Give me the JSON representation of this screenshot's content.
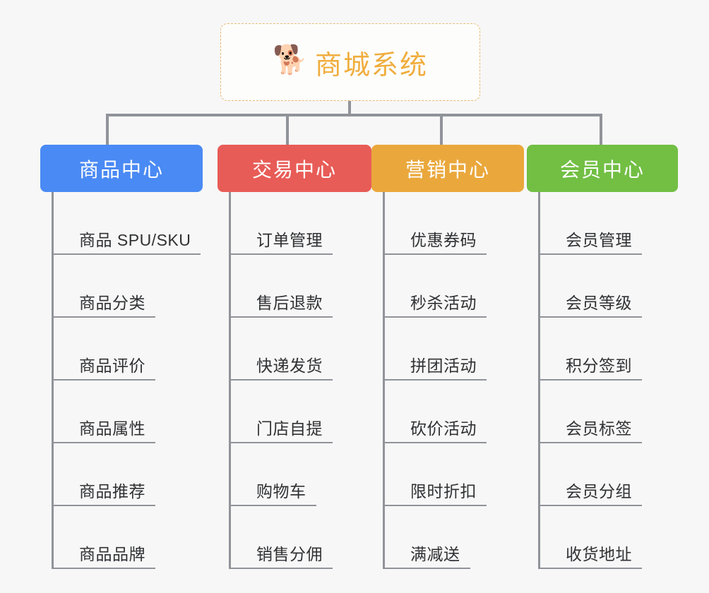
{
  "canvas": {
    "background": "#f7f7f7",
    "connector_color": "#909399",
    "text_color": "#303133"
  },
  "root": {
    "icon": "shiba-dog-emoji",
    "icon_glyph": "🐕",
    "title": "商城系统",
    "title_color": "#f0ad3e",
    "border_color": "#e8b973"
  },
  "branches": [
    {
      "label": "商品中心",
      "color": "#4a8af4",
      "leaves": [
        "商品 SPU/SKU",
        "商品分类",
        "商品评价",
        "商品属性",
        "商品推荐",
        "商品品牌"
      ]
    },
    {
      "label": "交易中心",
      "color": "#e85c57",
      "leaves": [
        "订单管理",
        "售后退款",
        "快递发货",
        "门店自提",
        "购物车",
        "销售分佣"
      ]
    },
    {
      "label": "营销中心",
      "color": "#eaa83c",
      "leaves": [
        "优惠券码",
        "秒杀活动",
        "拼团活动",
        "砍价活动",
        "限时折扣",
        "满减送"
      ]
    },
    {
      "label": "会员中心",
      "color": "#72bf44",
      "leaves": [
        "会员管理",
        "会员等级",
        "积分签到",
        "会员标签",
        "会员分组",
        "收货地址"
      ]
    }
  ]
}
